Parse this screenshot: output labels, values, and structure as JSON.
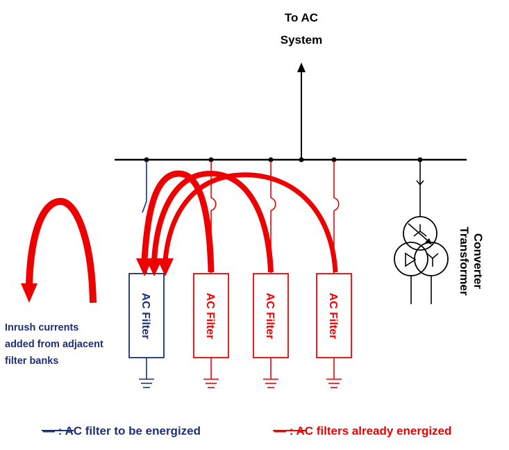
{
  "title": {
    "line1": "To AC",
    "line2": "System"
  },
  "transformer": {
    "line1": "Converter",
    "line2": "Transformer"
  },
  "filters": [
    {
      "label": "AC Filter",
      "state": "to-be-energized"
    },
    {
      "label": "AC Filter",
      "state": "already-energized"
    },
    {
      "label": "AC Filter",
      "state": "already-energized"
    },
    {
      "label": "AC Filter",
      "state": "already-energized"
    }
  ],
  "note": {
    "line1": "Inrush currents",
    "line2": "added from adjacent",
    "line3": "filter banks"
  },
  "legend": {
    "blue_text": "— : AC filter  to be energized",
    "red_text": "— : AC filters already energized"
  },
  "colors": {
    "blue": "#1c2f78",
    "red": "#ee0000",
    "black": "#000000"
  }
}
